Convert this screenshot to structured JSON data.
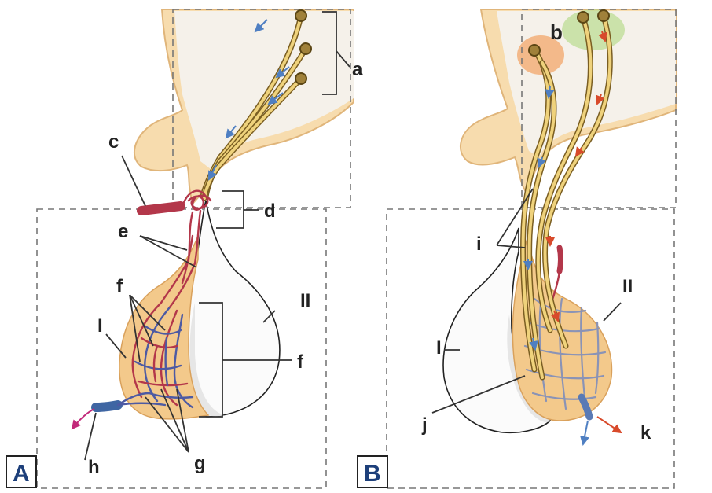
{
  "panels": [
    {
      "letter": "A",
      "labels": {
        "a": "a",
        "c": "c",
        "d": "d",
        "e": "e",
        "f_left": "f",
        "f_right": "f",
        "g": "g",
        "h": "h",
        "I": "I",
        "II": "II"
      }
    },
    {
      "letter": "B",
      "labels": {
        "b": "b",
        "i": "i",
        "j": "j",
        "k": "k",
        "I": "I",
        "II": "II"
      }
    }
  ],
  "colors": {
    "tissue": "#f7dcae",
    "gland": "#f3c98b",
    "artery": "#b3374a",
    "vein": "#4d5aa3",
    "axon": "#efd27c",
    "flow_blue": "#4f7fc2",
    "flow_red": "#d84a2b",
    "panel_letter": "#1d3f7a"
  }
}
